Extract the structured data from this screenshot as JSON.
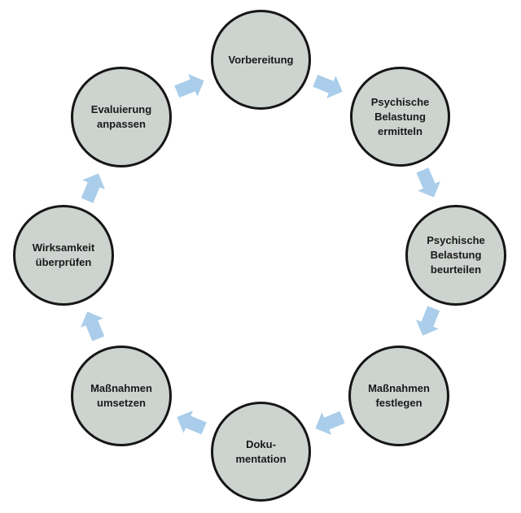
{
  "diagram": {
    "steps": [
      {
        "label": "Vorbereitung"
      },
      {
        "label": "Psychische\nBelastung\nermitteln"
      },
      {
        "label": "Psychische\nBelastung\nbeurteilen"
      },
      {
        "label": "Maßnahmen\nfestlegen"
      },
      {
        "label": "Doku-\nmentation"
      },
      {
        "label": "Maßnahmen\numsetzen"
      },
      {
        "label": "Wirksamkeit\nüberprüfen"
      },
      {
        "label": "Evaluierung\nanpassen"
      }
    ],
    "colors": {
      "node_fill": "#cdd3cf",
      "node_border": "#161616",
      "arrow_fill": "#a9cdea"
    },
    "arrow_icon": "block-arrow-icon"
  }
}
